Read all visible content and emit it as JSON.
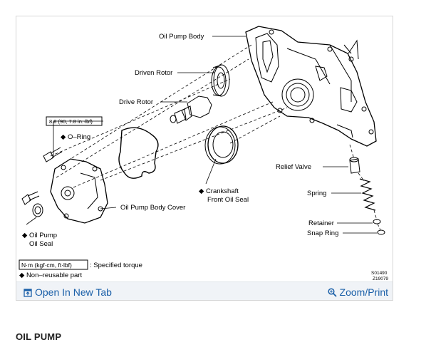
{
  "diagram": {
    "labels": {
      "oil_pump_body": "Oil Pump Body",
      "driven_rotor": "Driven Rotor",
      "drive_rotor": "Drive Rotor",
      "torque_value": "8.8 (90, 7.8 in.·lbf)",
      "o_ring": "◆ O–Ring",
      "crankshaft_seal_line1": "◆ Crankshaft",
      "crankshaft_seal_line2": "Front Oil Seal",
      "relief_valve": "Relief Valve",
      "spring": "Spring",
      "oil_pump_body_cover": "Oil Pump Body Cover",
      "oil_pump_seal_line1": "◆ Oil Pump",
      "oil_pump_seal_line2": "Oil Seal",
      "retainer": "Retainer",
      "snap_ring": "Snap Ring",
      "legend_unit": "N·m (kgf·cm, ft·lbf)",
      "legend_torque": ": Specified torque",
      "legend_nonreusable": "◆ Non–reusable part",
      "code_1": "S01490",
      "code_2": "Z19079"
    }
  },
  "toolbar": {
    "open_label": "Open In New Tab",
    "zoom_label": "Zoom/Print",
    "open_icon": "open-in-new-tab-icon",
    "zoom_icon": "zoom-magnifier-icon"
  },
  "page": {
    "heading": "OIL PUMP"
  }
}
